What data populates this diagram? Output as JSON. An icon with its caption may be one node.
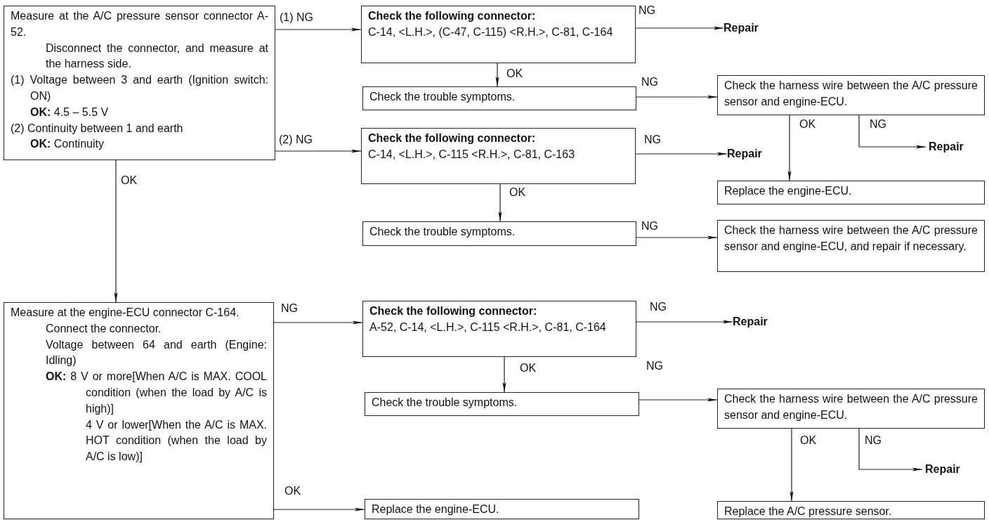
{
  "diagram": {
    "nodes": [
      {
        "text": [
          "Measure at the A/C pressure sensor connector A-52.",
          "Disconnect the connector, and measure at the harness side.",
          "(1) Voltage between 3 and earth (Ignition switch: ON)",
          "**OK:** 4.5 – 5.5 V",
          "(2) Continuity between 1 and earth",
          "**OK:** Continuity"
        ]
      },
      {
        "text": [
          "Check the following connector:",
          "C-14, <L.H.>, (C-47, C-115) <R.H.>, C-81, C-164"
        ]
      },
      {
        "text": [
          "Repair"
        ]
      },
      {
        "text": [
          "Check the trouble symptoms."
        ]
      },
      {
        "text": [
          "Check the harness wire between the A/C pressure sensor and engine-ECU."
        ]
      },
      {
        "text": [
          "Repair"
        ]
      },
      {
        "text": [
          "Replace the engine-ECU."
        ]
      },
      {
        "text": [
          "Check the following connector:",
          "C-14, <L.H.>, C-115 <R.H.>, C-81, C-163"
        ]
      },
      {
        "text": [
          "Repair"
        ]
      },
      {
        "text": [
          "Check the trouble symptoms."
        ]
      },
      {
        "text": [
          "Check the harness wire between the A/C pressure sensor and engine-ECU, and repair if necessary."
        ]
      },
      {
        "text": [
          "Measure at the engine-ECU connector C-164.",
          "Connect the connector.",
          "Voltage between 64 and earth (Engine: Idling)",
          "**OK:** 8 V or more[When A/C is MAX. COOL condition (when the load by A/C is high)]",
          "4 V or lower[When the A/C is MAX. HOT condition (when the load by A/C is low)]"
        ]
      },
      {
        "text": [
          "Check the following connector:",
          "A-52, C-14, <L.H.>, C-115 <R.H.>, C-81, C-164"
        ]
      },
      {
        "text": [
          "Repair"
        ]
      },
      {
        "text": [
          "Check the trouble symptoms."
        ]
      },
      {
        "text": [
          "Check the harness wire between the A/C pressure sensor and engine-ECU."
        ]
      },
      {
        "text": [
          "Repair"
        ]
      },
      {
        "text": [
          "Replace the engine-ECU."
        ]
      },
      {
        "text": [
          "Replace the A/C pressure sensor."
        ]
      }
    ],
    "edges": [
      {
        "from": 0,
        "to": 1,
        "arrow": "to",
        "label": "(1) NG"
      },
      {
        "from": 1,
        "to": 2,
        "arrow": "to",
        "label": "NG"
      },
      {
        "from": 1,
        "to": 3,
        "arrow": "to",
        "label": "OK"
      },
      {
        "from": 3,
        "to": 4,
        "arrow": "to",
        "label": "NG"
      },
      {
        "from": 4,
        "to": 6,
        "arrow": "to",
        "label": "OK"
      },
      {
        "from": 4,
        "to": 5,
        "arrow": "to",
        "label": "NG"
      },
      {
        "from": 0,
        "to": 7,
        "arrow": "to",
        "label": "(2) NG"
      },
      {
        "from": 7,
        "to": 8,
        "arrow": "to",
        "label": "NG"
      },
      {
        "from": 7,
        "to": 9,
        "arrow": "to",
        "label": "OK"
      },
      {
        "from": 9,
        "to": 10,
        "arrow": "to",
        "label": "NG"
      },
      {
        "from": 0,
        "to": 11,
        "arrow": "to",
        "label": "OK"
      },
      {
        "from": 11,
        "to": 12,
        "arrow": "to",
        "label": "NG"
      },
      {
        "from": 12,
        "to": 13,
        "arrow": "to",
        "label": "NG"
      },
      {
        "from": 12,
        "to": 14,
        "arrow": "to",
        "label": "OK"
      },
      {
        "from": 14,
        "to": 15,
        "arrow": "to",
        "label": "NG"
      },
      {
        "from": 15,
        "to": 18,
        "arrow": "to",
        "label": "OK"
      },
      {
        "from": 15,
        "to": 16,
        "arrow": "to",
        "label": "NG"
      },
      {
        "from": 11,
        "to": 17,
        "arrow": "to",
        "label": "OK"
      }
    ]
  }
}
